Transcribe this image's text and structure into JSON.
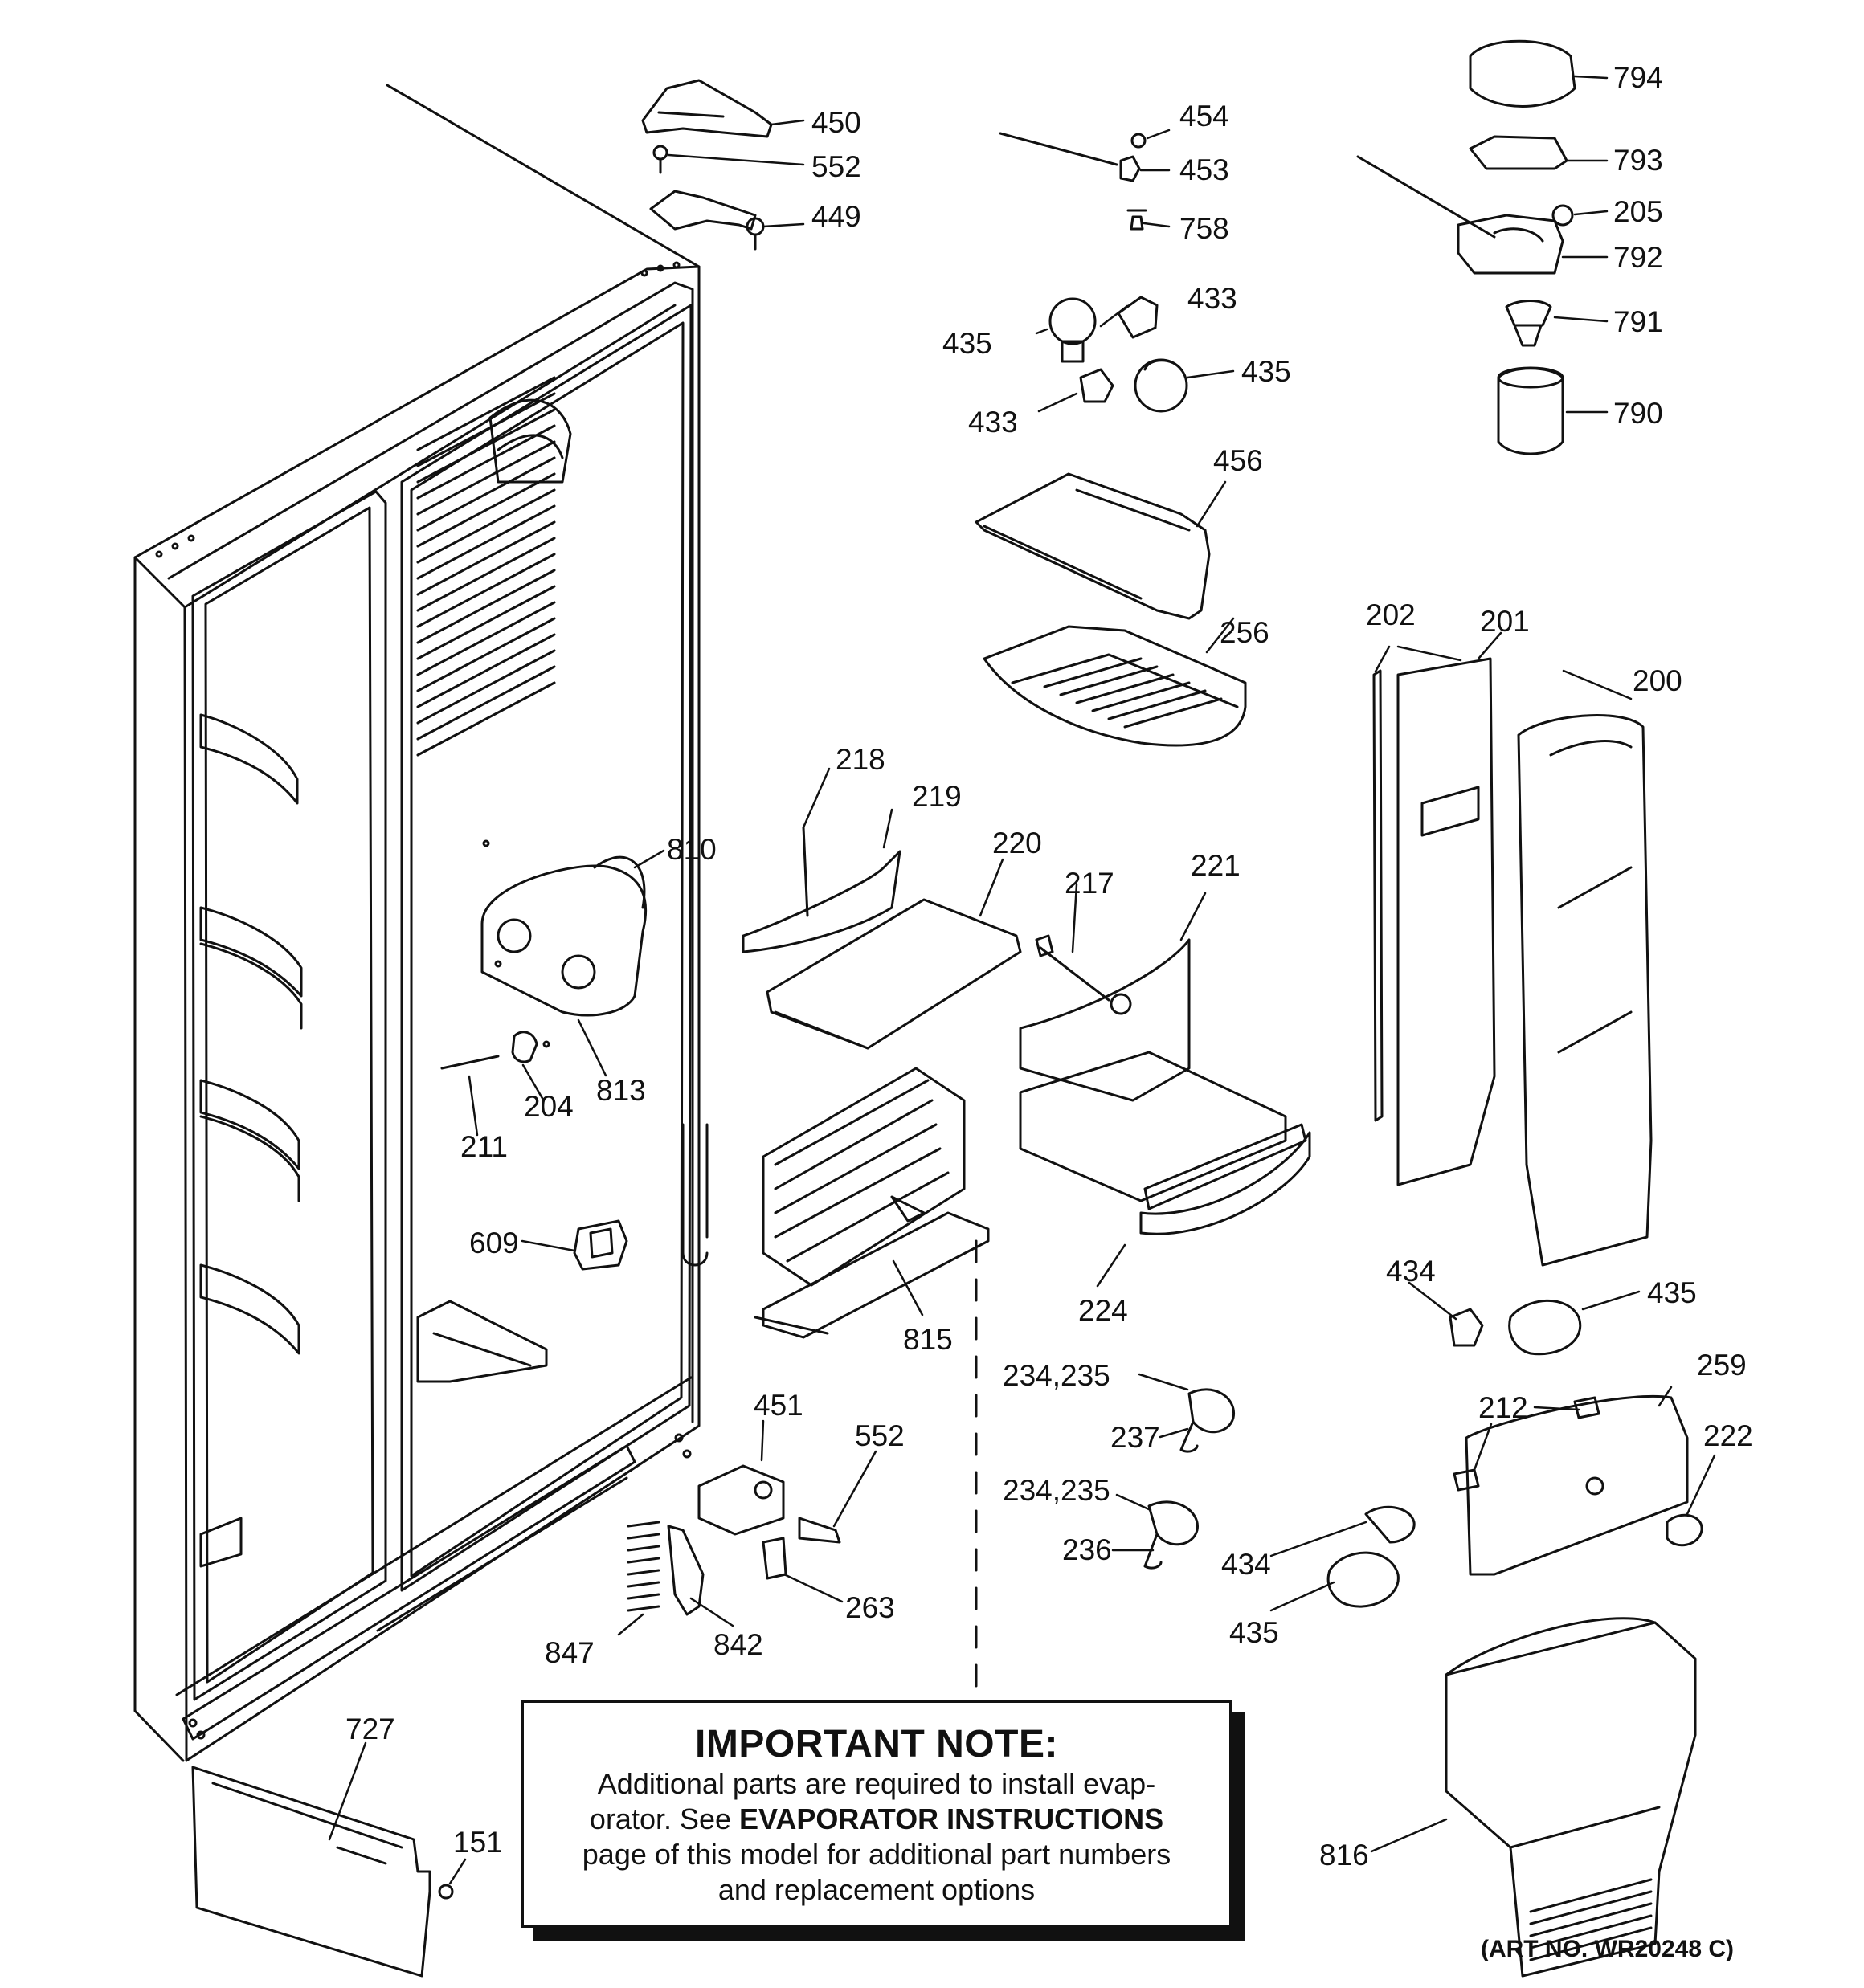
{
  "note": {
    "title": "IMPORTANT NOTE:",
    "line1": "Additional parts are required to install evap-",
    "line2_pre": "orator.  See ",
    "line2_bold": "EVAPORATOR INSTRUCTIONS",
    "line3": "page of this model for additional part numbers",
    "line4": "and replacement options"
  },
  "art_no": "(ART NO. WR20248 C)",
  "callouts": {
    "c450": "450",
    "c552a": "552",
    "c449": "449",
    "c454": "454",
    "c453": "453",
    "c758": "758",
    "c433a": "433",
    "c435a": "435",
    "c433b": "433",
    "c435b": "435",
    "c794": "794",
    "c793": "793",
    "c205": "205",
    "c792": "792",
    "c791": "791",
    "c790": "790",
    "c456": "456",
    "c256": "256",
    "c202": "202",
    "c201": "201",
    "c200": "200",
    "c218": "218",
    "c219": "219",
    "c220": "220",
    "c217": "217",
    "c221": "221",
    "c810": "810",
    "c813": "813",
    "c204": "204",
    "c211": "211",
    "c609": "609",
    "c815": "815",
    "c224": "224",
    "c434a": "434",
    "c435c": "435",
    "c234a": "234,235",
    "c237": "237",
    "c234b": "234,235",
    "c236": "236",
    "c259": "259",
    "c212": "212",
    "c222": "222",
    "c434b": "434",
    "c435d": "435",
    "c451": "451",
    "c552b": "552",
    "c263": "263",
    "c847": "847",
    "c842": "842",
    "c727": "727",
    "c151": "151",
    "c816": "816"
  }
}
